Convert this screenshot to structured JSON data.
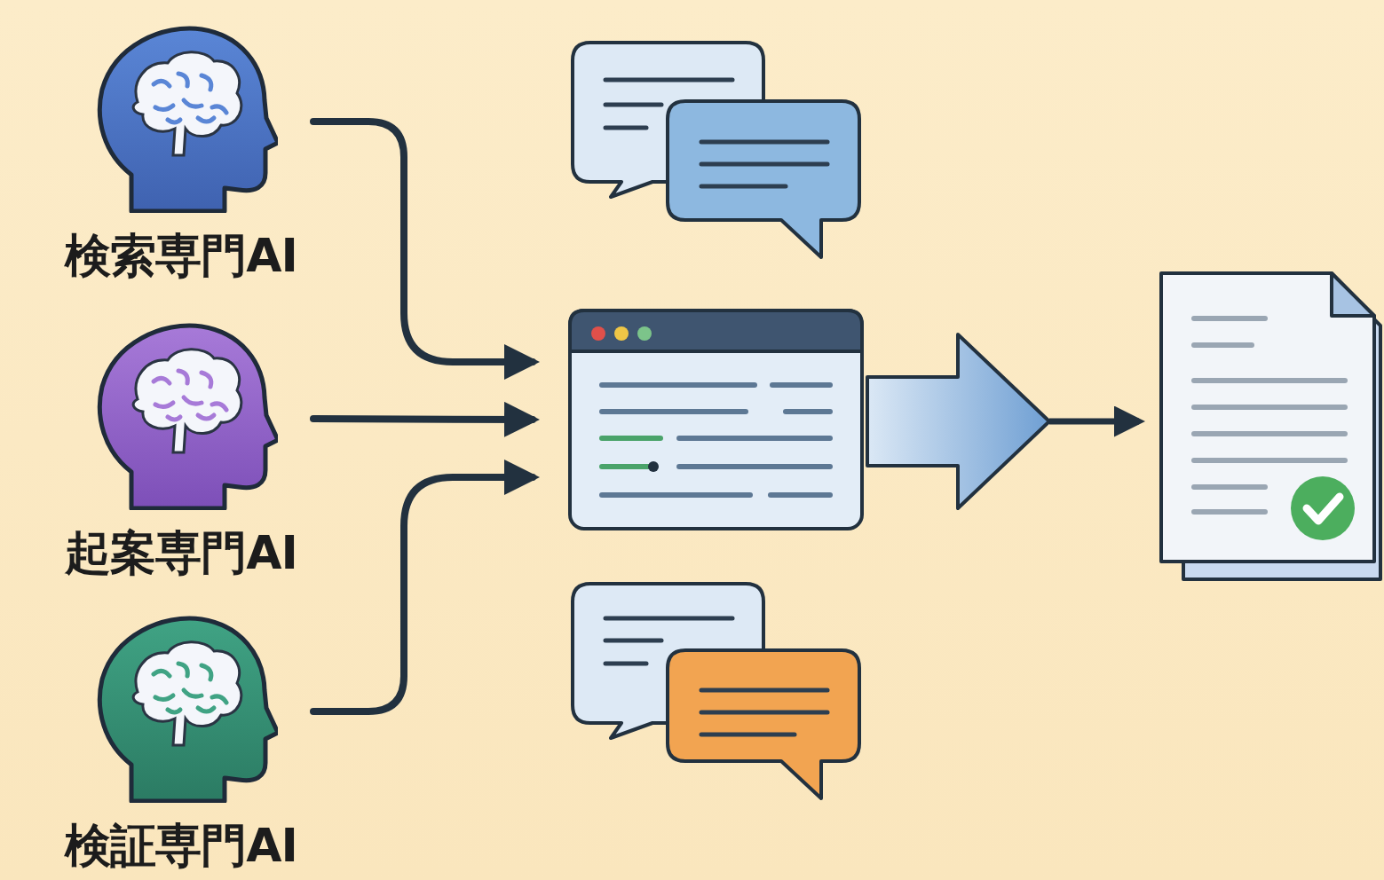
{
  "diagram": {
    "nodes": [
      {
        "text": [
          "検索専門AI"
        ]
      },
      {
        "text": [
          "起案専門AI"
        ]
      },
      {
        "text": [
          "検証専門AI"
        ]
      },
      {
        "text": []
      },
      {
        "text": []
      }
    ],
    "edges": [
      {
        "from": 0,
        "to": 3,
        "arrow": "to"
      },
      {
        "from": 1,
        "to": 3,
        "arrow": "to"
      },
      {
        "from": 2,
        "to": 3,
        "arrow": "to"
      },
      {
        "from": 3,
        "to": 4,
        "arrow": "to"
      }
    ]
  }
}
